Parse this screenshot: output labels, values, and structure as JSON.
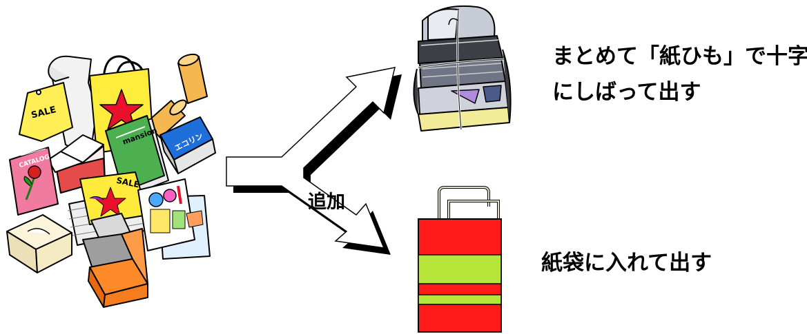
{
  "labels": {
    "bundle_line1": "まとめて「紙ひも」で十字",
    "bundle_line2": "にしばって出す",
    "bag": "紙袋に入れて出す",
    "add": "追加"
  },
  "illustrations": {
    "left": "assorted-paper-waste-pile",
    "top_right": "stack-tied-with-paper-string",
    "bottom_right": "paper-shopping-bag",
    "center": "branching-arrow"
  },
  "left_pile_texts": {
    "sale_tag": "SALE",
    "catalog": "CATALOG",
    "magazine": "mansion",
    "box": "エコリン",
    "flyer": "SALE"
  },
  "colors": {
    "bag_red": "#ff1a1a",
    "bag_green": "#b5e639",
    "text": "#000000"
  }
}
